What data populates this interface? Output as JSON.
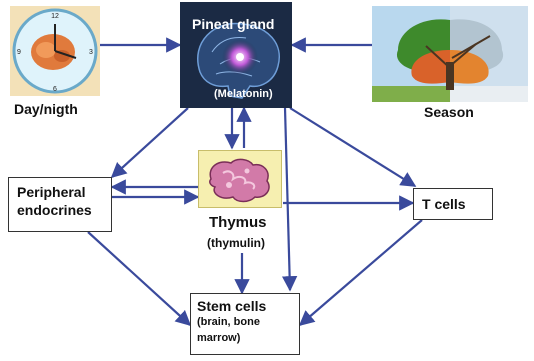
{
  "colors": {
    "arrow": "#3a4a9c",
    "box_border": "#333333",
    "thymus_bg": "#f6efb0"
  },
  "nodes": {
    "day_night": {
      "label": "Day/nigth",
      "icon": "clock-with-fetus-icon"
    },
    "pineal": {
      "title": "Pineal gland",
      "subtitle": "(Melatonin)",
      "icon": "brain-scan-icon"
    },
    "season": {
      "label": "Season",
      "icon": "tree-four-seasons-icon"
    },
    "peripheral": {
      "line1": "Peripheral",
      "line2": "endocrines"
    },
    "thymus": {
      "label": "Thymus",
      "sublabel": "(thymulin)",
      "icon": "thymus-tissue-icon"
    },
    "tcells": {
      "label": "T cells"
    },
    "stem": {
      "line1": "Stem cells",
      "line2": "(brain, bone",
      "line3": "marrow)"
    }
  }
}
